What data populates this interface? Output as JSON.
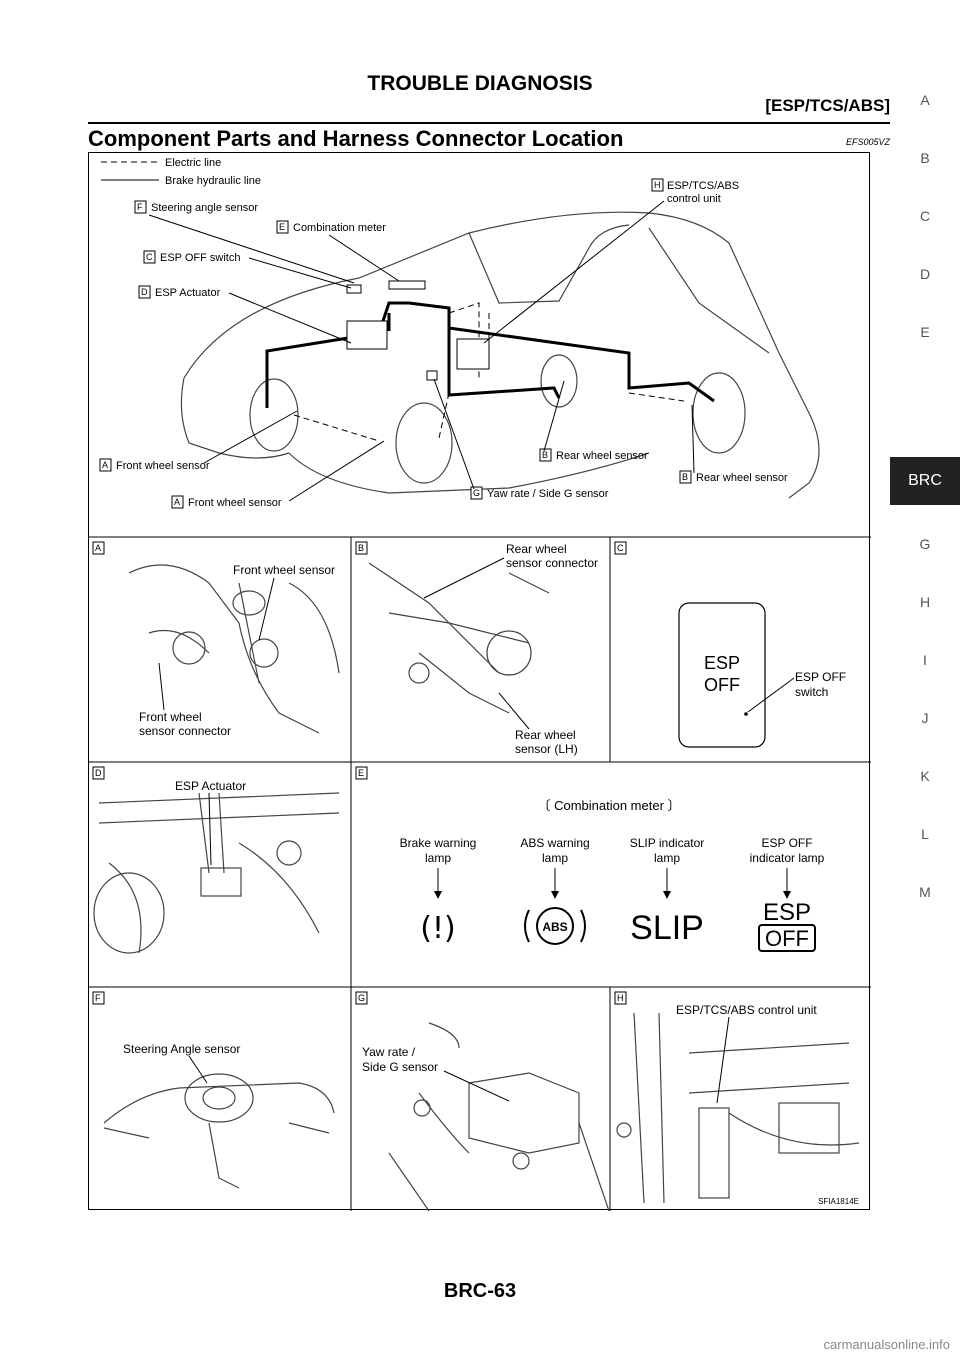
{
  "header": {
    "title": "TROUBLE DIAGNOSIS",
    "subtitle": "[ESP/TCS/ABS]"
  },
  "section": {
    "title": "Component Parts and Harness Connector Location",
    "code": "EFS005VZ"
  },
  "side_tabs": [
    "A",
    "B",
    "C",
    "D",
    "E",
    "BRC",
    "G",
    "H",
    "I",
    "J",
    "K",
    "L",
    "M"
  ],
  "active_tab": "BRC",
  "figure": {
    "legend": {
      "electric": "Electric line",
      "hydraulic": "Brake hydraulic line"
    },
    "overview_labels": {
      "h": {
        "key": "H",
        "line1": "ESP/TCS/ABS",
        "line2": "control unit"
      },
      "f": {
        "key": "F",
        "text": "Steering angle sensor"
      },
      "e": {
        "key": "E",
        "text": "Combination meter"
      },
      "c": {
        "key": "C",
        "text": "ESP OFF switch"
      },
      "d": {
        "key": "D",
        "text": "ESP Actuator"
      },
      "a1": {
        "key": "A",
        "text": "Front wheel sensor"
      },
      "a2": {
        "key": "A",
        "text": "Front wheel sensor"
      },
      "b1": {
        "key": "B",
        "text": "Rear wheel sensor"
      },
      "b2": {
        "key": "B",
        "text": "Rear wheel sensor"
      },
      "g": {
        "key": "G",
        "text": "Yaw rate / Side G sensor"
      }
    },
    "panels": {
      "A": {
        "key": "A",
        "label1": "Front wheel sensor",
        "label2a": "Front wheel",
        "label2b": "sensor connector"
      },
      "B": {
        "key": "B",
        "label1a": "Rear wheel",
        "label1b": "sensor connector",
        "label2a": "Rear wheel",
        "label2b": "sensor (LH)"
      },
      "C": {
        "key": "C",
        "switch1": "ESP",
        "switch2": "OFF",
        "label_a": "ESP OFF",
        "label_b": "switch"
      },
      "D": {
        "key": "D",
        "label": "ESP Actuator"
      },
      "E": {
        "key": "E",
        "title": "〔 Combination meter 〕",
        "lamps": [
          {
            "l1": "Brake warning",
            "l2": "lamp",
            "symbol": "(!)"
          },
          {
            "l1": "ABS warning",
            "l2": "lamp",
            "symbol": "ABS"
          },
          {
            "l1": "SLIP indicator",
            "l2": "lamp",
            "symbol": "SLIP"
          },
          {
            "l1": "ESP OFF",
            "l2": "indicator lamp",
            "symbol1": "ESP",
            "symbol2": "OFF"
          }
        ]
      },
      "F": {
        "key": "F",
        "label": "Steering Angle sensor"
      },
      "G": {
        "key": "G",
        "label1": "Yaw rate /",
        "label2": "Side G sensor"
      },
      "H": {
        "key": "H",
        "label": "ESP/TCS/ABS control unit",
        "code": "SFIA1814E"
      }
    }
  },
  "footer": {
    "page": "BRC-63"
  },
  "watermark": "carmanualsonline.info"
}
